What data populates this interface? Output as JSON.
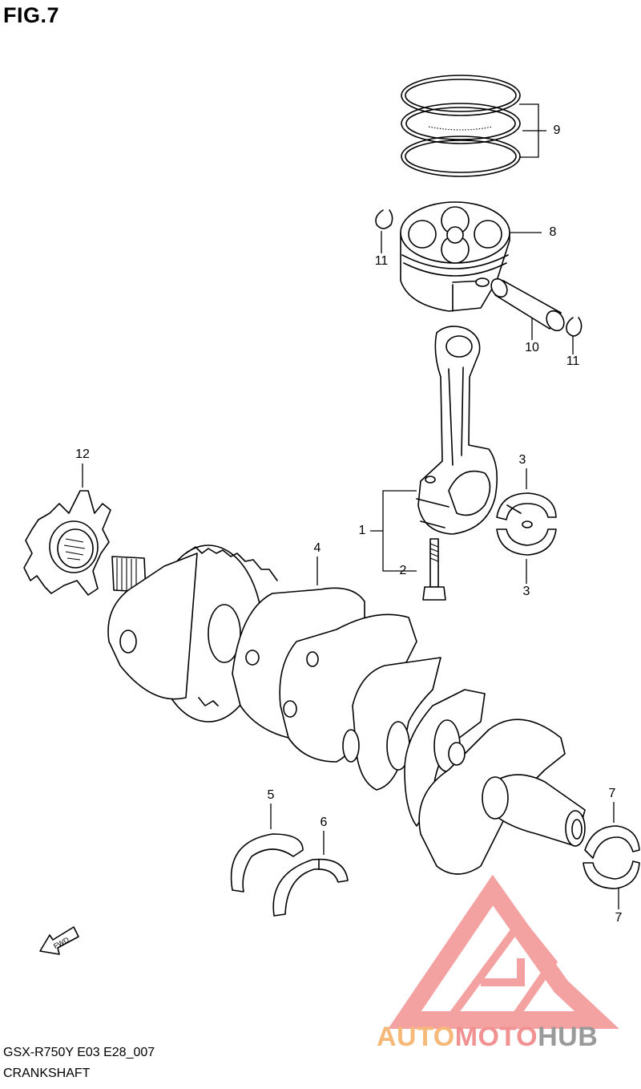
{
  "figure": {
    "title": "FIG.7"
  },
  "callouts": [
    {
      "id": "9",
      "label": "9"
    },
    {
      "id": "8",
      "label": "8"
    },
    {
      "id": "11a",
      "label": "11"
    },
    {
      "id": "10",
      "label": "10"
    },
    {
      "id": "11b",
      "label": "11"
    },
    {
      "id": "12",
      "label": "12"
    },
    {
      "id": "3a",
      "label": "3"
    },
    {
      "id": "1",
      "label": "1"
    },
    {
      "id": "2",
      "label": "2"
    },
    {
      "id": "3b",
      "label": "3"
    },
    {
      "id": "4",
      "label": "4"
    },
    {
      "id": "5",
      "label": "5"
    },
    {
      "id": "6",
      "label": "6"
    },
    {
      "id": "7a",
      "label": "7"
    },
    {
      "id": "7b",
      "label": "7"
    }
  ],
  "fwd_label": "FWD",
  "footer": {
    "code": "GSX-R750Y E03 E28_007",
    "name": "CRANKSHAFT"
  },
  "watermark": {
    "part1": "AUTO",
    "part2": "MOTO",
    "part3": "HUB"
  },
  "colors": {
    "watermark_orange": "#f7b97a",
    "watermark_red": "#f19191",
    "watermark_gray": "#9a9a9a"
  }
}
